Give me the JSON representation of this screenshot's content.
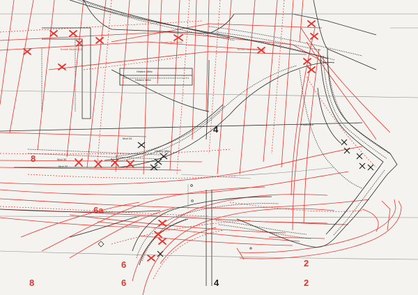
{
  "sheet": {
    "piece_numbers": {
      "n8_mid": "8",
      "n4_mid": "4",
      "n6a": "6a",
      "n6_mid": "6",
      "n2_right": "2",
      "n8_bottom": "8",
      "n6_bottom": "6",
      "n4_bottom": "4",
      "n2_bottom": "2"
    },
    "labels": {
      "fadenlauf": "Fadenlauf",
      "hintere_mitte_1": "Hintere Mitte",
      "hintere_mitte_2": "Hintere Mitte",
      "hintere_mitte_3": "Hintere Mitte",
      "mark_24": "Mod 24",
      "mark_30": "Mod 30",
      "mark_32": "Mod 32",
      "tunnel_1": "Tunnel Mod 11/12",
      "tunnel_2": "Tunnel Mod 11/12",
      "tunnel_3": "Tunnel Mod 11/12"
    },
    "colors": {
      "paper": "#f4f3ef",
      "red": "#e8322c",
      "black": "#2a2a2a",
      "gray": "#8a8a8a"
    }
  }
}
